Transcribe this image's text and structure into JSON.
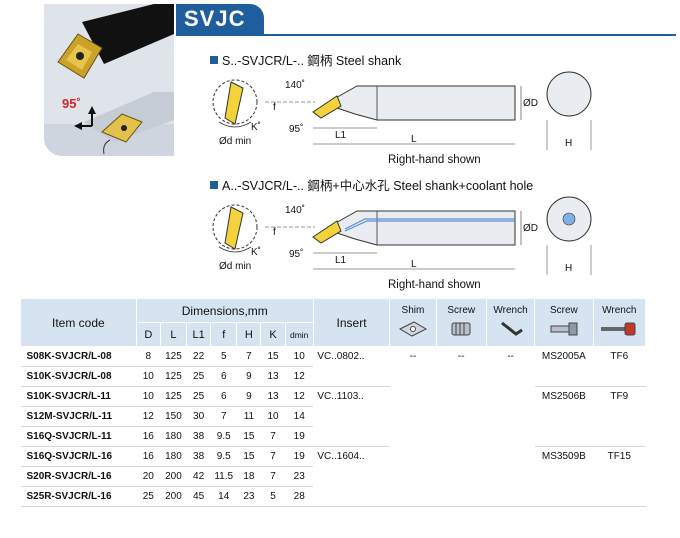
{
  "header": {
    "title": "SVJC"
  },
  "photo": {
    "angle_label": "95˚"
  },
  "section1": {
    "heading": "S..-SVJCR/L-..   鋼柄 Steel shank",
    "caption": "Right-hand shown",
    "labels": {
      "angle_top": "140˚",
      "angle_bottom": "95˚",
      "f": "f",
      "L1": "L1",
      "L": "L",
      "D": "ØD",
      "H": "H",
      "K": "K˚",
      "dmin": "Ød min"
    }
  },
  "section2": {
    "heading": "A..-SVJCR/L-..   鋼柄+中心水孔 Steel shank+coolant hole",
    "caption": "Right-hand shown",
    "labels": {
      "angle_top": "140˚",
      "angle_bottom": "95˚",
      "f": "f",
      "L1": "L1",
      "L": "L",
      "D": "ØD",
      "H": "H",
      "K": "K˚",
      "dmin": "Ød min"
    }
  },
  "table": {
    "headers": {
      "item_code": "Item code",
      "dimensions": "Dimensions,mm",
      "dims": [
        "D",
        "L",
        "L1",
        "f",
        "H",
        "K",
        "dmin"
      ],
      "insert": "Insert",
      "shim": "Shim",
      "screw": "Screw",
      "wrench": "Wrench",
      "screw2": "Screw",
      "wrench2": "Wrench"
    },
    "rows": [
      {
        "code": "S08K-SVJCR/L-08",
        "dims": [
          "8",
          "125",
          "22",
          "5",
          "7",
          "15",
          "10"
        ]
      },
      {
        "code": "S10K-SVJCR/L-08",
        "dims": [
          "10",
          "125",
          "25",
          "6",
          "9",
          "13",
          "12"
        ]
      },
      {
        "code": "S10K-SVJCR/L-11",
        "dims": [
          "10",
          "125",
          "25",
          "6",
          "9",
          "13",
          "12"
        ]
      },
      {
        "code": "S12M-SVJCR/L-11",
        "dims": [
          "12",
          "150",
          "30",
          "7",
          "11",
          "10",
          "14"
        ]
      },
      {
        "code": "S16Q-SVJCR/L-11",
        "dims": [
          "16",
          "180",
          "38",
          "9.5",
          "15",
          "7",
          "19"
        ]
      },
      {
        "code": "S16Q-SVJCR/L-16",
        "dims": [
          "16",
          "180",
          "38",
          "9.5",
          "15",
          "7",
          "19"
        ]
      },
      {
        "code": "S20R-SVJCR/L-16",
        "dims": [
          "20",
          "200",
          "42",
          "11.5",
          "18",
          "7",
          "23"
        ]
      },
      {
        "code": "S25R-SVJCR/L-16",
        "dims": [
          "25",
          "200",
          "45",
          "14",
          "23",
          "5",
          "28"
        ]
      }
    ],
    "groups": [
      {
        "insert": "VC..0802..",
        "screw2": "MS2005A",
        "wrench2": "TF6"
      },
      {
        "insert": "VC..1103..",
        "screw2": "MS2506B",
        "wrench2": "TF9"
      },
      {
        "insert": "VC..1604..",
        "screw2": "MS3509B",
        "wrench2": "TF15"
      }
    ],
    "dash": "--"
  }
}
